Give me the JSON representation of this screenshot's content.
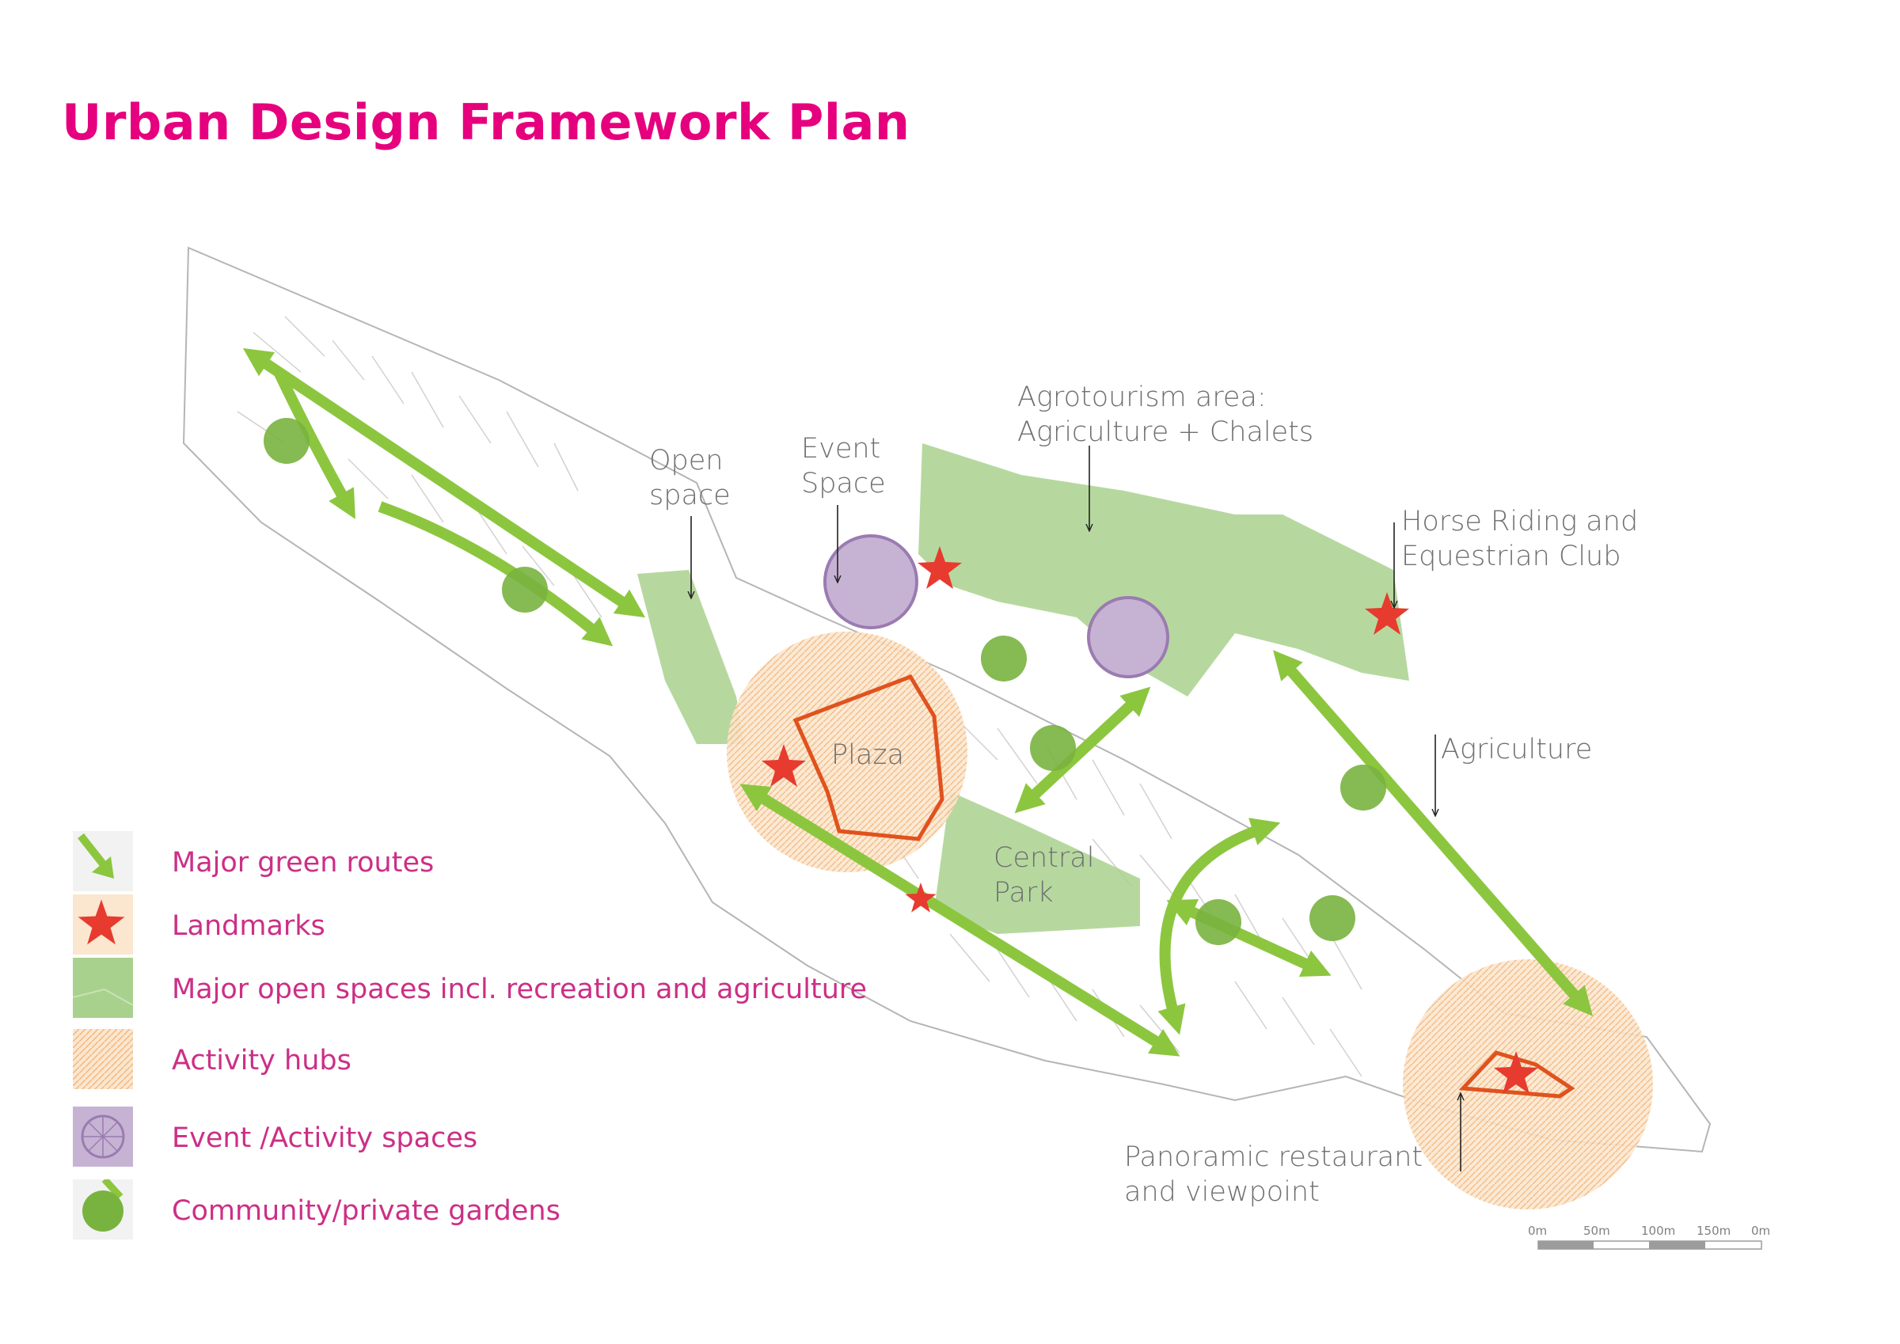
{
  "title": "Urban Design Framework Plan",
  "map": {
    "labels": {
      "open_space": [
        "Open",
        "space"
      ],
      "event_space": [
        "Event",
        "Space"
      ],
      "agrotourism": [
        "Agrotourism area:",
        "Agriculture +  Chalets"
      ],
      "horse_riding": [
        "Horse Riding and",
        "Equestrian Club"
      ],
      "agriculture": "Agriculture",
      "plaza": "Plaza",
      "central_park": [
        "Central",
        "Park"
      ],
      "panoramic": [
        "Panoramic restaurant",
        "and viewpoint"
      ]
    },
    "scale_bar": {
      "ticks": [
        "0m",
        "50m",
        "100m",
        "150m",
        "0m"
      ]
    }
  },
  "legend": {
    "items": [
      {
        "label": "Major green routes",
        "icon": "green-route-arrow-icon"
      },
      {
        "label": "Landmarks",
        "icon": "star-icon"
      },
      {
        "label": "Major open spaces incl. recreation and agriculture",
        "icon": "green-area-swatch-icon"
      },
      {
        "label": "Activity hubs",
        "icon": "activity-hub-swatch-icon"
      },
      {
        "label": "Event /Activity spaces",
        "icon": "event-space-swatch-icon"
      },
      {
        "label": "Community/private gardens",
        "icon": "garden-circle-icon"
      }
    ]
  },
  "colors": {
    "title": "#e6007e",
    "legend_text": "#cc2f86",
    "green_route": "#8cc63f",
    "open_space": "#a9d18e",
    "landmark": "#e63b2e",
    "activity_hub": "#f5b97a",
    "event_space": "#9b7bb0",
    "garden": "#79b33f",
    "label": "#707070"
  }
}
